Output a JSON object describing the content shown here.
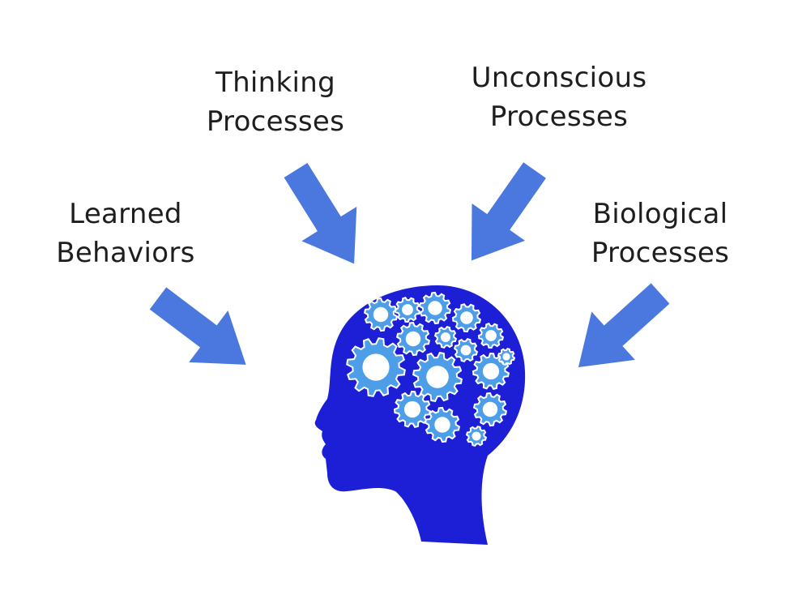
{
  "labels": {
    "thinking": [
      "Thinking",
      "Processes"
    ],
    "unconscious": [
      "Unconscious",
      "Processes"
    ],
    "learned": [
      "Learned",
      "Behaviors"
    ],
    "biological": [
      "Biological",
      "Processes"
    ]
  },
  "colors": {
    "arrow": "#4a78de",
    "head": "#1c1fd6",
    "gear": "#4d9ee8",
    "text": "#1e1e1e"
  },
  "icons": {
    "head": "human-head-silhouette-icon",
    "gears": "gear-icon",
    "arrows": "arrow-icon"
  }
}
